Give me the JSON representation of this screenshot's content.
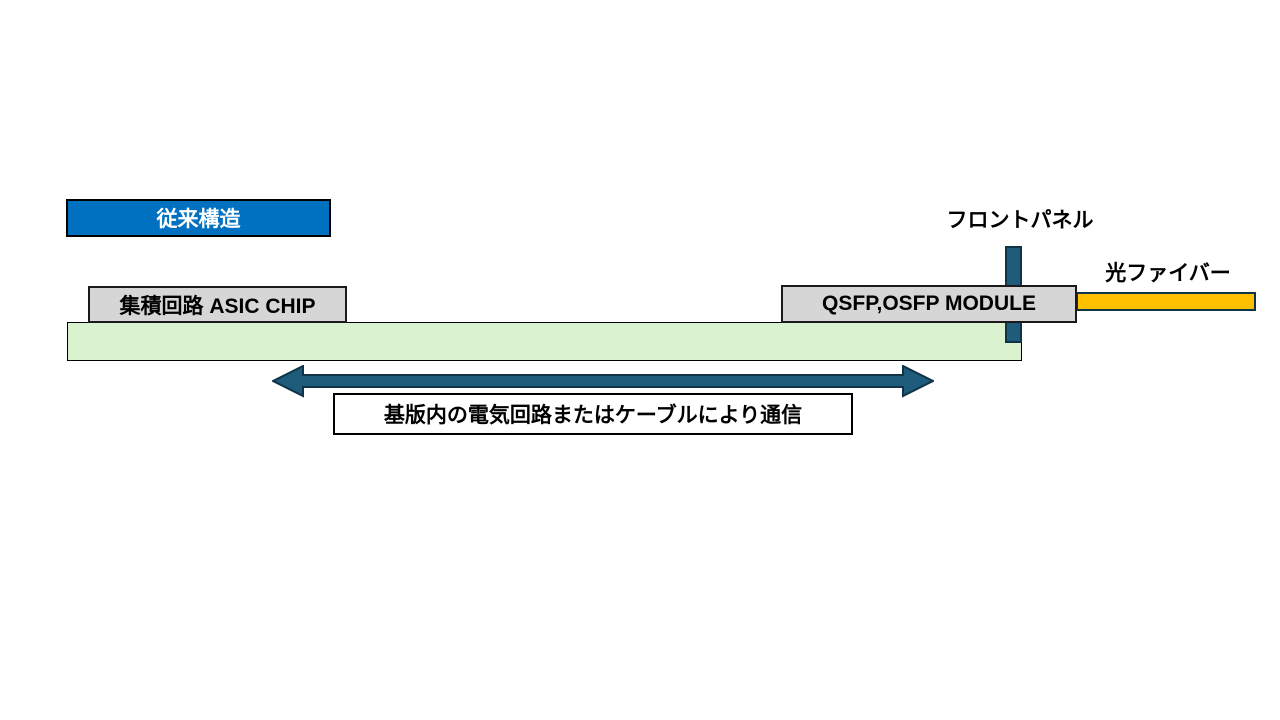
{
  "diagram": {
    "title": "従来構造",
    "asic_label": "集積回路 ASIC CHIP",
    "module_label": "QSFP,OSFP MODULE",
    "front_panel_label": "フロントパネル",
    "fiber_label": "光ファイバー",
    "arrow_caption": "基版内の電気回路またはケーブルにより通信"
  },
  "colors": {
    "title_bg": "#0070C0",
    "title_text": "#FFFFFF",
    "board_fill": "#DAF2D0",
    "chip_box_fill": "#D6D6D6",
    "panel_bar_fill": "#1F5C7B",
    "fiber_fill": "#FFC000",
    "arrow_fill": "#1F5C7B",
    "outline_dark": "#0F3347"
  }
}
